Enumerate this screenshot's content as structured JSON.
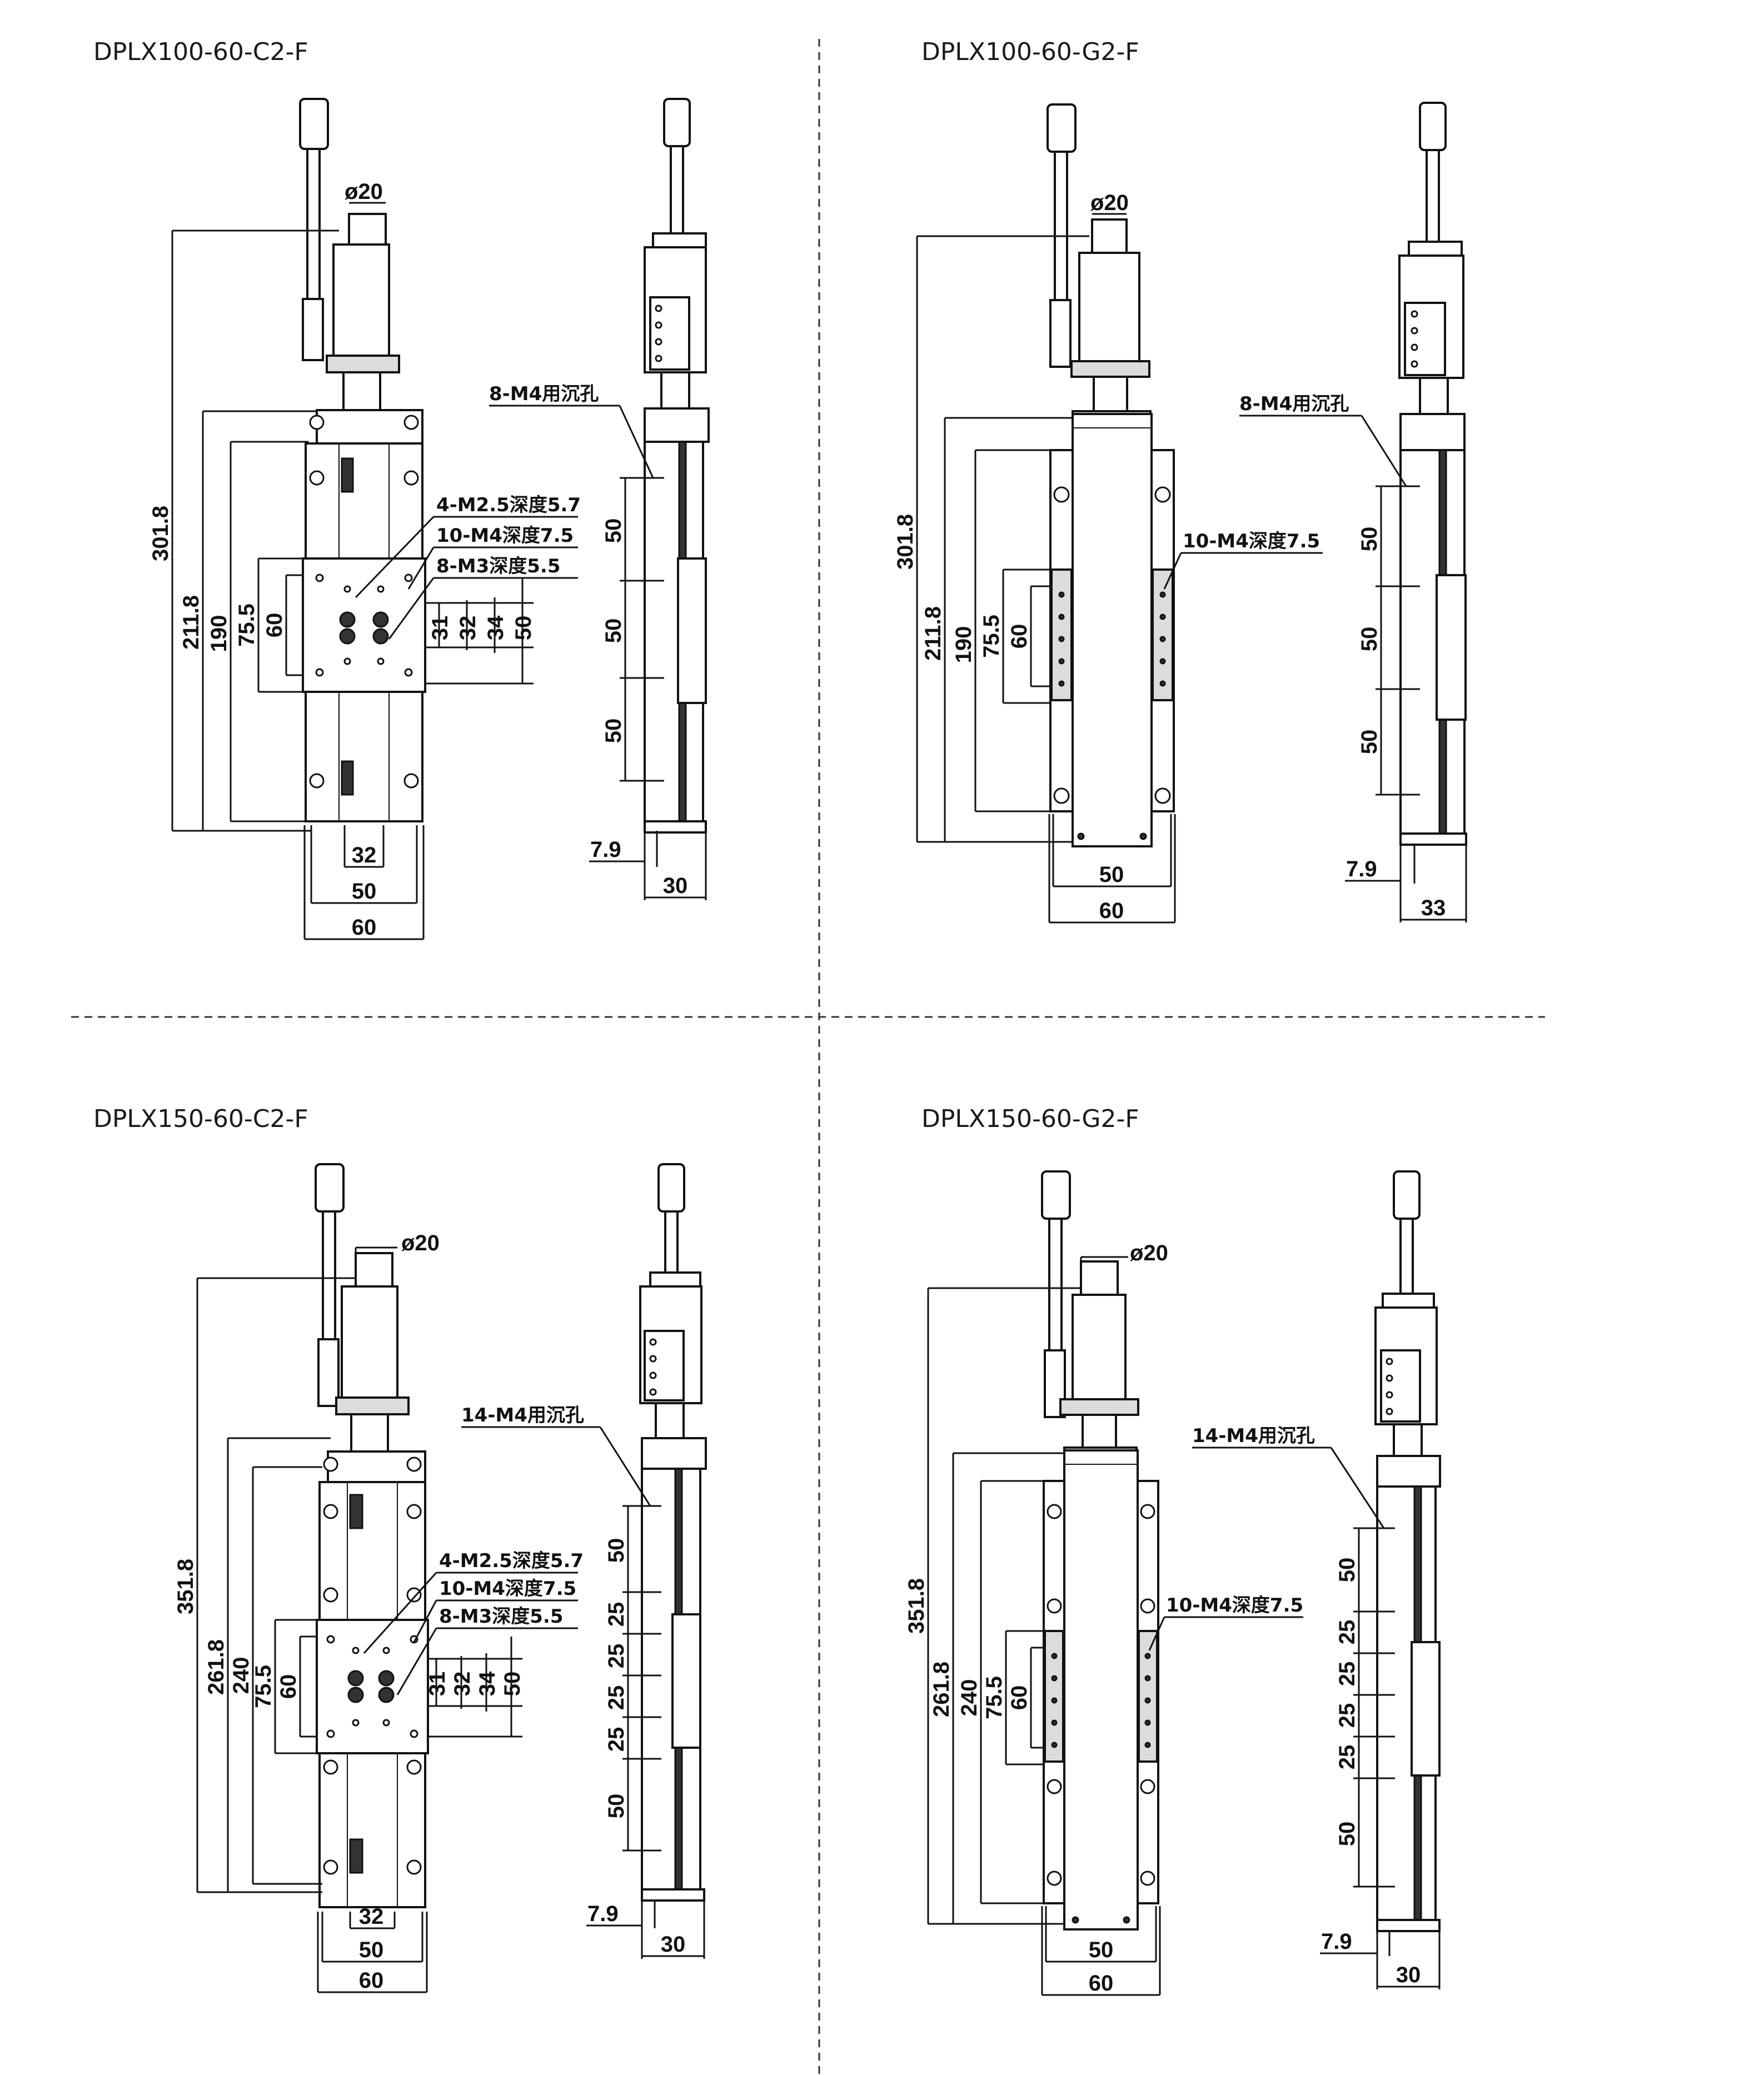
{
  "colors": {
    "line": "#111111",
    "background": "#ffffff",
    "fill": "#dcdcdc"
  },
  "panels": [
    {
      "title": "DPLX100-60-C2-F",
      "variant": "C2",
      "front": {
        "motor_dia": "ø20",
        "overall": "301.8",
        "base": "211.8",
        "stroke": "190",
        "carriage": "75.5",
        "plate": "60",
        "right_dims": [
          "31",
          "32",
          "34",
          "50"
        ],
        "bottom": [
          "32",
          "50",
          "60"
        ],
        "notes": [
          "4-M2.5深度5.7",
          "10-M4深度7.5",
          "8-M3深度5.5"
        ]
      },
      "side": {
        "note": "8-M4用沉孔",
        "pitches": [
          "50",
          "50",
          "50"
        ],
        "offset": "7.9",
        "width": "30"
      }
    },
    {
      "title": "DPLX100-60-G2-F",
      "variant": "G2",
      "front": {
        "motor_dia": "ø20",
        "overall": "301.8",
        "base": "211.8",
        "stroke": "190",
        "carriage": "75.5",
        "plate": "60",
        "bottom": [
          "50",
          "60"
        ],
        "notes": [
          "10-M4深度7.5"
        ]
      },
      "side": {
        "note": "8-M4用沉孔",
        "pitches": [
          "50",
          "50",
          "50"
        ],
        "offset": "7.9",
        "width": "33"
      }
    },
    {
      "title": "DPLX150-60-C2-F",
      "variant": "C2",
      "front": {
        "motor_dia": "ø20",
        "overall": "351.8",
        "base": "261.8",
        "stroke": "240",
        "carriage": "75.5",
        "plate": "60",
        "right_dims": [
          "31",
          "32",
          "34",
          "50"
        ],
        "bottom": [
          "32",
          "50",
          "60"
        ],
        "notes": [
          "4-M2.5深度5.7",
          "10-M4深度7.5",
          "8-M3深度5.5"
        ]
      },
      "side": {
        "note": "14-M4用沉孔",
        "pitches": [
          "50",
          "25",
          "25",
          "25",
          "25",
          "50"
        ],
        "offset": "7.9",
        "width": "30"
      }
    },
    {
      "title": "DPLX150-60-G2-F",
      "variant": "G2",
      "front": {
        "motor_dia": "ø20",
        "overall": "351.8",
        "base": "261.8",
        "stroke": "240",
        "carriage": "75.5",
        "plate": "60",
        "bottom": [
          "50",
          "60"
        ],
        "notes": [
          "10-M4深度7.5"
        ]
      },
      "side": {
        "note": "14-M4用沉孔",
        "pitches": [
          "50",
          "25",
          "25",
          "25",
          "25",
          "50"
        ],
        "offset": "7.9",
        "width": "30"
      }
    }
  ]
}
